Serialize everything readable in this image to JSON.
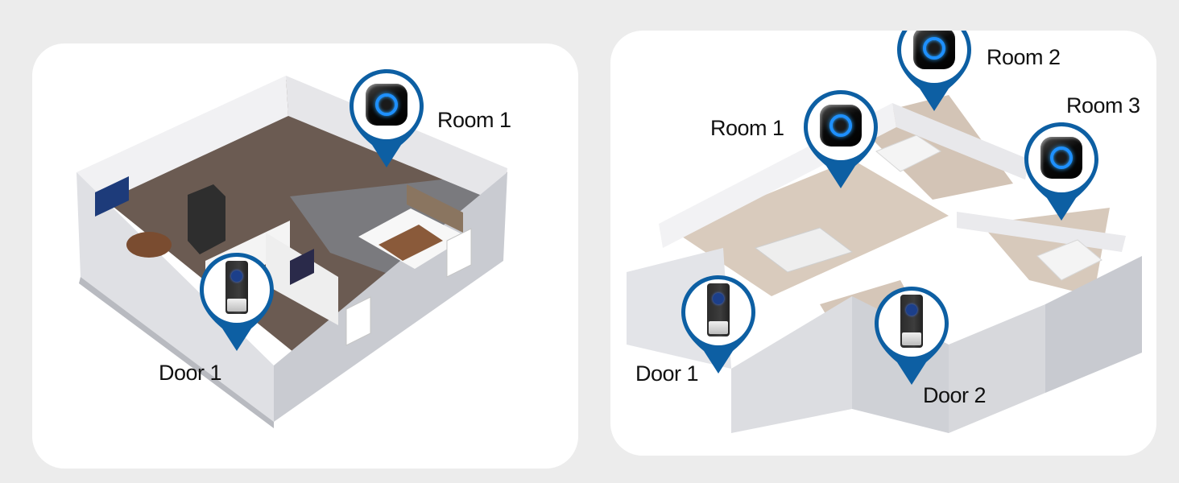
{
  "colors": {
    "background": "#ececec",
    "panel": "#ffffff",
    "pin": "#0d5fa3",
    "chime_ring": "#1e90ff"
  },
  "left_panel": {
    "scene": "one-bedroom apartment 3D floor plan",
    "pins": [
      {
        "label": "Room 1",
        "device": "chime-receiver"
      },
      {
        "label": "Door 1",
        "device": "doorbell-button"
      }
    ]
  },
  "right_panel": {
    "scene": "three-bedroom apartment 3D floor plan",
    "pins": [
      {
        "label": "Room 1",
        "device": "chime-receiver"
      },
      {
        "label": "Room 2",
        "device": "chime-receiver"
      },
      {
        "label": "Room 3",
        "device": "chime-receiver"
      },
      {
        "label": "Door 1",
        "device": "doorbell-button"
      },
      {
        "label": "Door 2",
        "device": "doorbell-button"
      }
    ]
  }
}
